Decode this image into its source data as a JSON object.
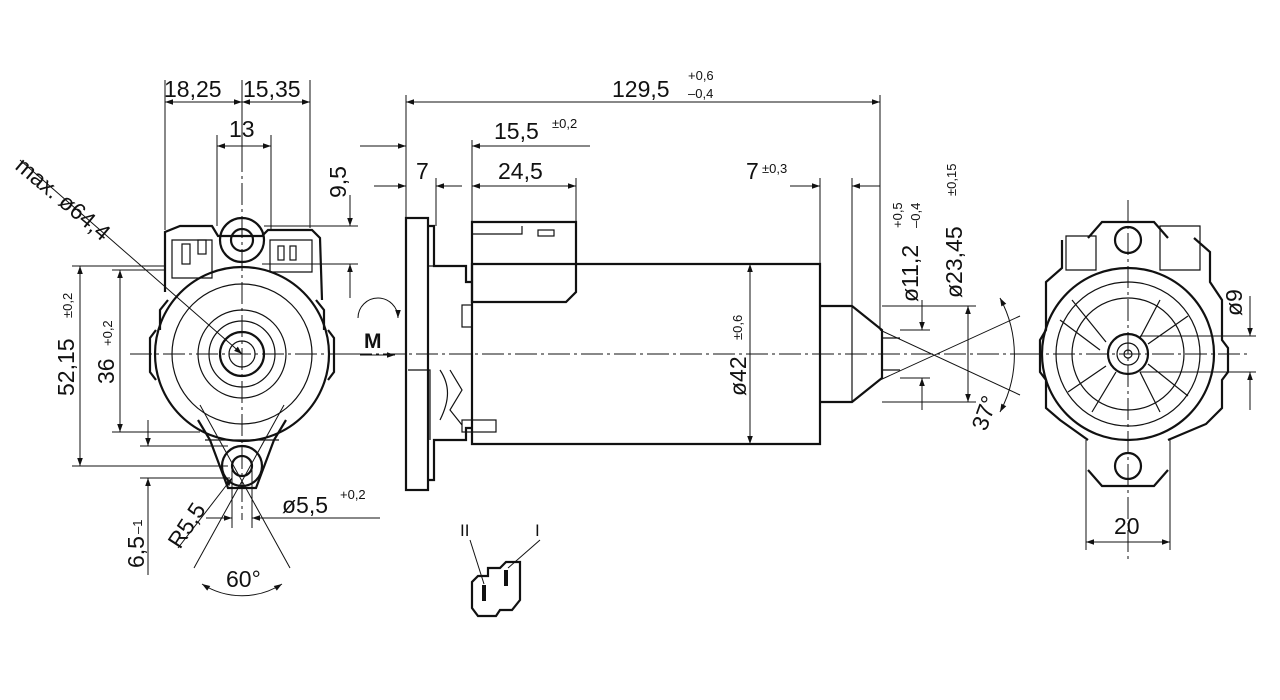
{
  "drawing": {
    "dim_top_left": "18,25",
    "dim_top_right": "15,35",
    "dim_13": "13",
    "dim_9_5": "9,5",
    "dim_max_dia": "max. ø64,4",
    "dim_52_15": "52,15",
    "dim_52_15_tol": "±0,2",
    "dim_36": "36",
    "dim_36_tol": "+0,2",
    "dim_6_5": "6,5",
    "dim_6_5_tol": "–1",
    "dim_r5_5": "R5,5",
    "dim_hole": "ø5,5",
    "dim_hole_tol": "+0,2",
    "dim_60": "60°",
    "dim_total": "129,5",
    "dim_total_tol_up": "+0,6",
    "dim_total_tol_dn": "–0,4",
    "dim_15_5": "15,5",
    "dim_15_5_tol": "±0,2",
    "dim_7": "7",
    "dim_24_5": "24,5",
    "dim_7b": "7",
    "dim_7b_tol": "±0,3",
    "dim_11_2": "ø11,2",
    "dim_11_2_tol_up": "+0,5",
    "dim_11_2_tol_dn": "–0,4",
    "dim_23_45": "ø23,45",
    "dim_23_45_tol": "±0,15",
    "dim_42": "ø42",
    "dim_42_tol": "±0,6",
    "dim_37": "37°",
    "dim_9": "ø9",
    "dim_20": "20",
    "motor_label": "M",
    "terminal_ii": "II",
    "terminal_i": "I"
  }
}
